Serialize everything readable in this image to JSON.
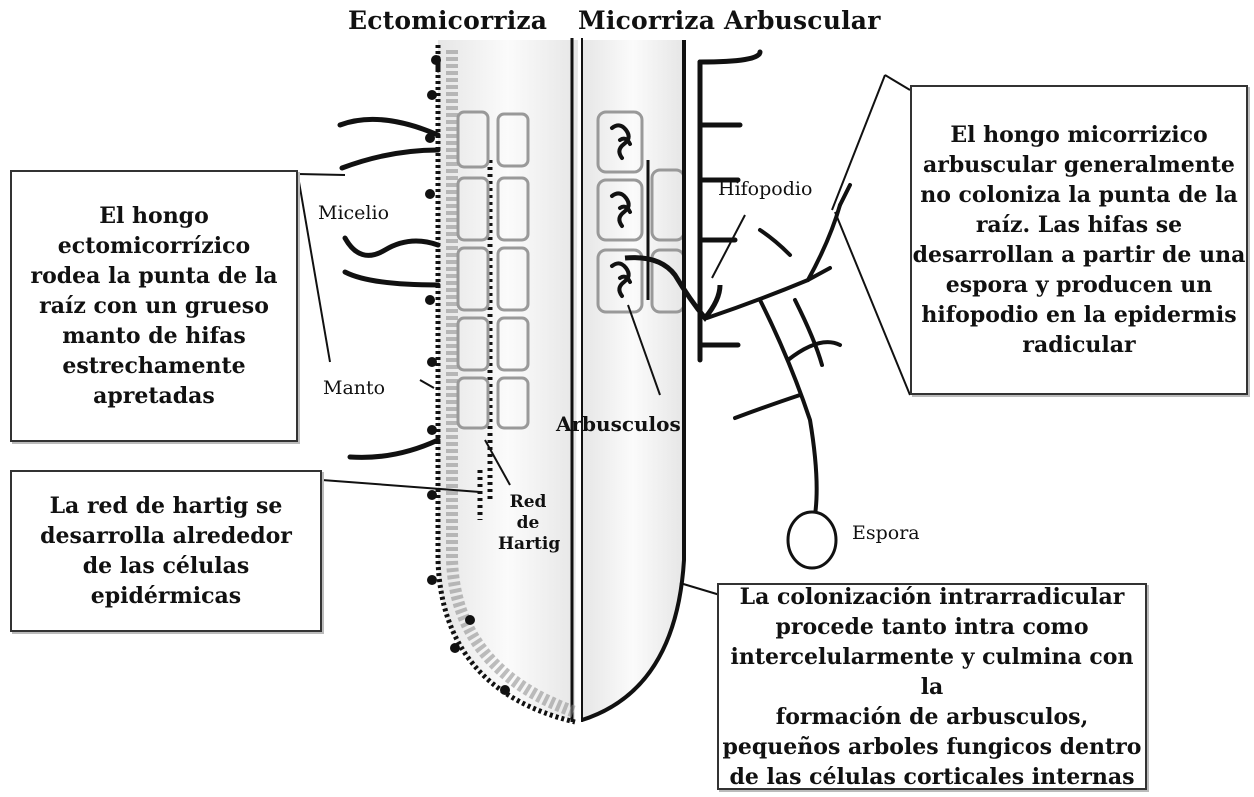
{
  "titles": {
    "left": "Ectomicorriza",
    "right": "Micorriza Arbuscular"
  },
  "labels": {
    "micelio": "Micelio",
    "manto": "Manto",
    "red_hartig": "Red\nde\nHartig",
    "arbusculos": "Arbusculos",
    "hifopodio": "Hifopodio",
    "espora": "Espora"
  },
  "boxes": {
    "ecto": "El hongo\nectomicorrízico\nrodea la punta de la\nraíz con un grueso\nmanto de hifas\nestrechamente\napretadas",
    "hartig": "La red de hartig se\ndesarrolla alrededor\nde las células\nepidérmicas",
    "arbuscular": "El hongo micorrizico\narbuscular generalmente\nno coloniza la punta de la\nraíz. Las hifas se\ndesarrollan a partir de una\nespora y producen un\nhifopodio en la epidermis\nradicular",
    "colonizacion": "La colonización intrarradicular\nprocede tanto intra como\nintercelularmente y culmina con la\nformación de arbusculos,\npequeños arboles fungicos dentro\nde las células corticales internas"
  },
  "colors": {
    "ink": "#111111",
    "root_fill": "#f2f2f2",
    "mantle": "#8a8a8a"
  }
}
